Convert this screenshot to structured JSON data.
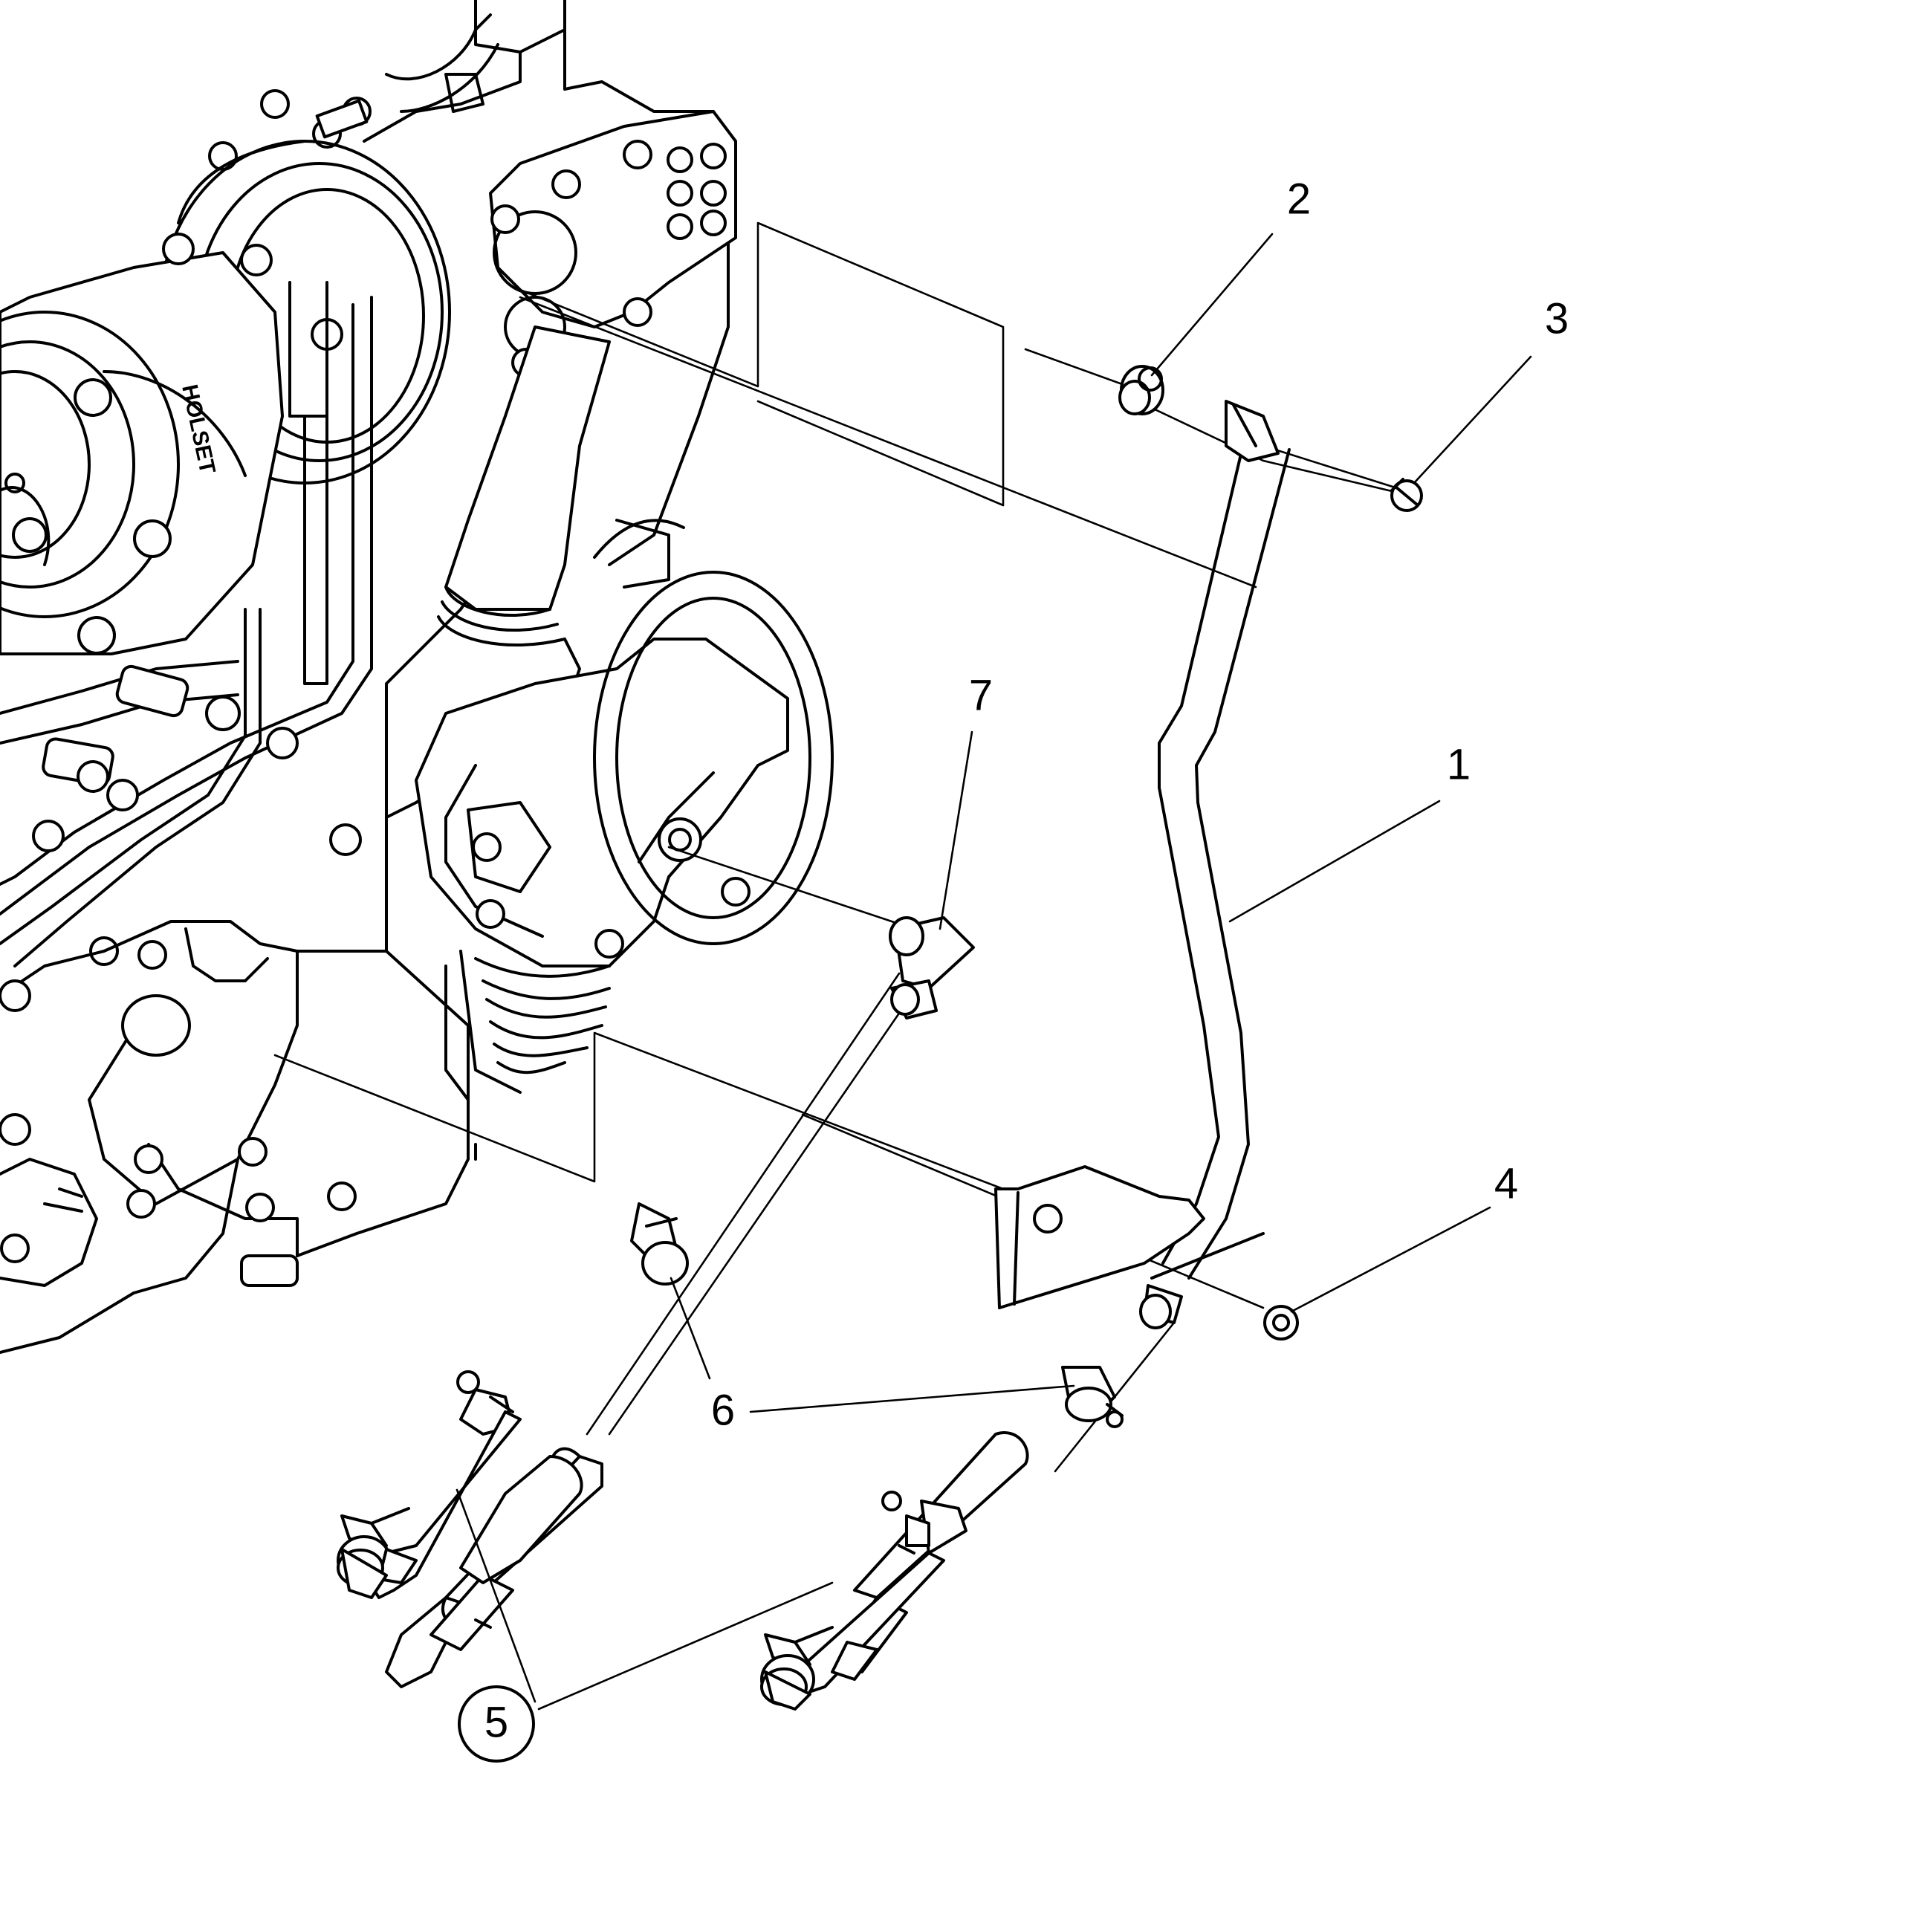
{
  "parts_diagram": {
    "callouts": [
      {
        "id": "1",
        "text": "1"
      },
      {
        "id": "2",
        "text": "2"
      },
      {
        "id": "3",
        "text": "3"
      },
      {
        "id": "4",
        "text": "4"
      },
      {
        "id": "5",
        "text": "5",
        "circled": true
      },
      {
        "id": "6",
        "text": "6"
      },
      {
        "id": "7",
        "text": "7"
      }
    ],
    "turbo_brand": "HOLSET"
  }
}
